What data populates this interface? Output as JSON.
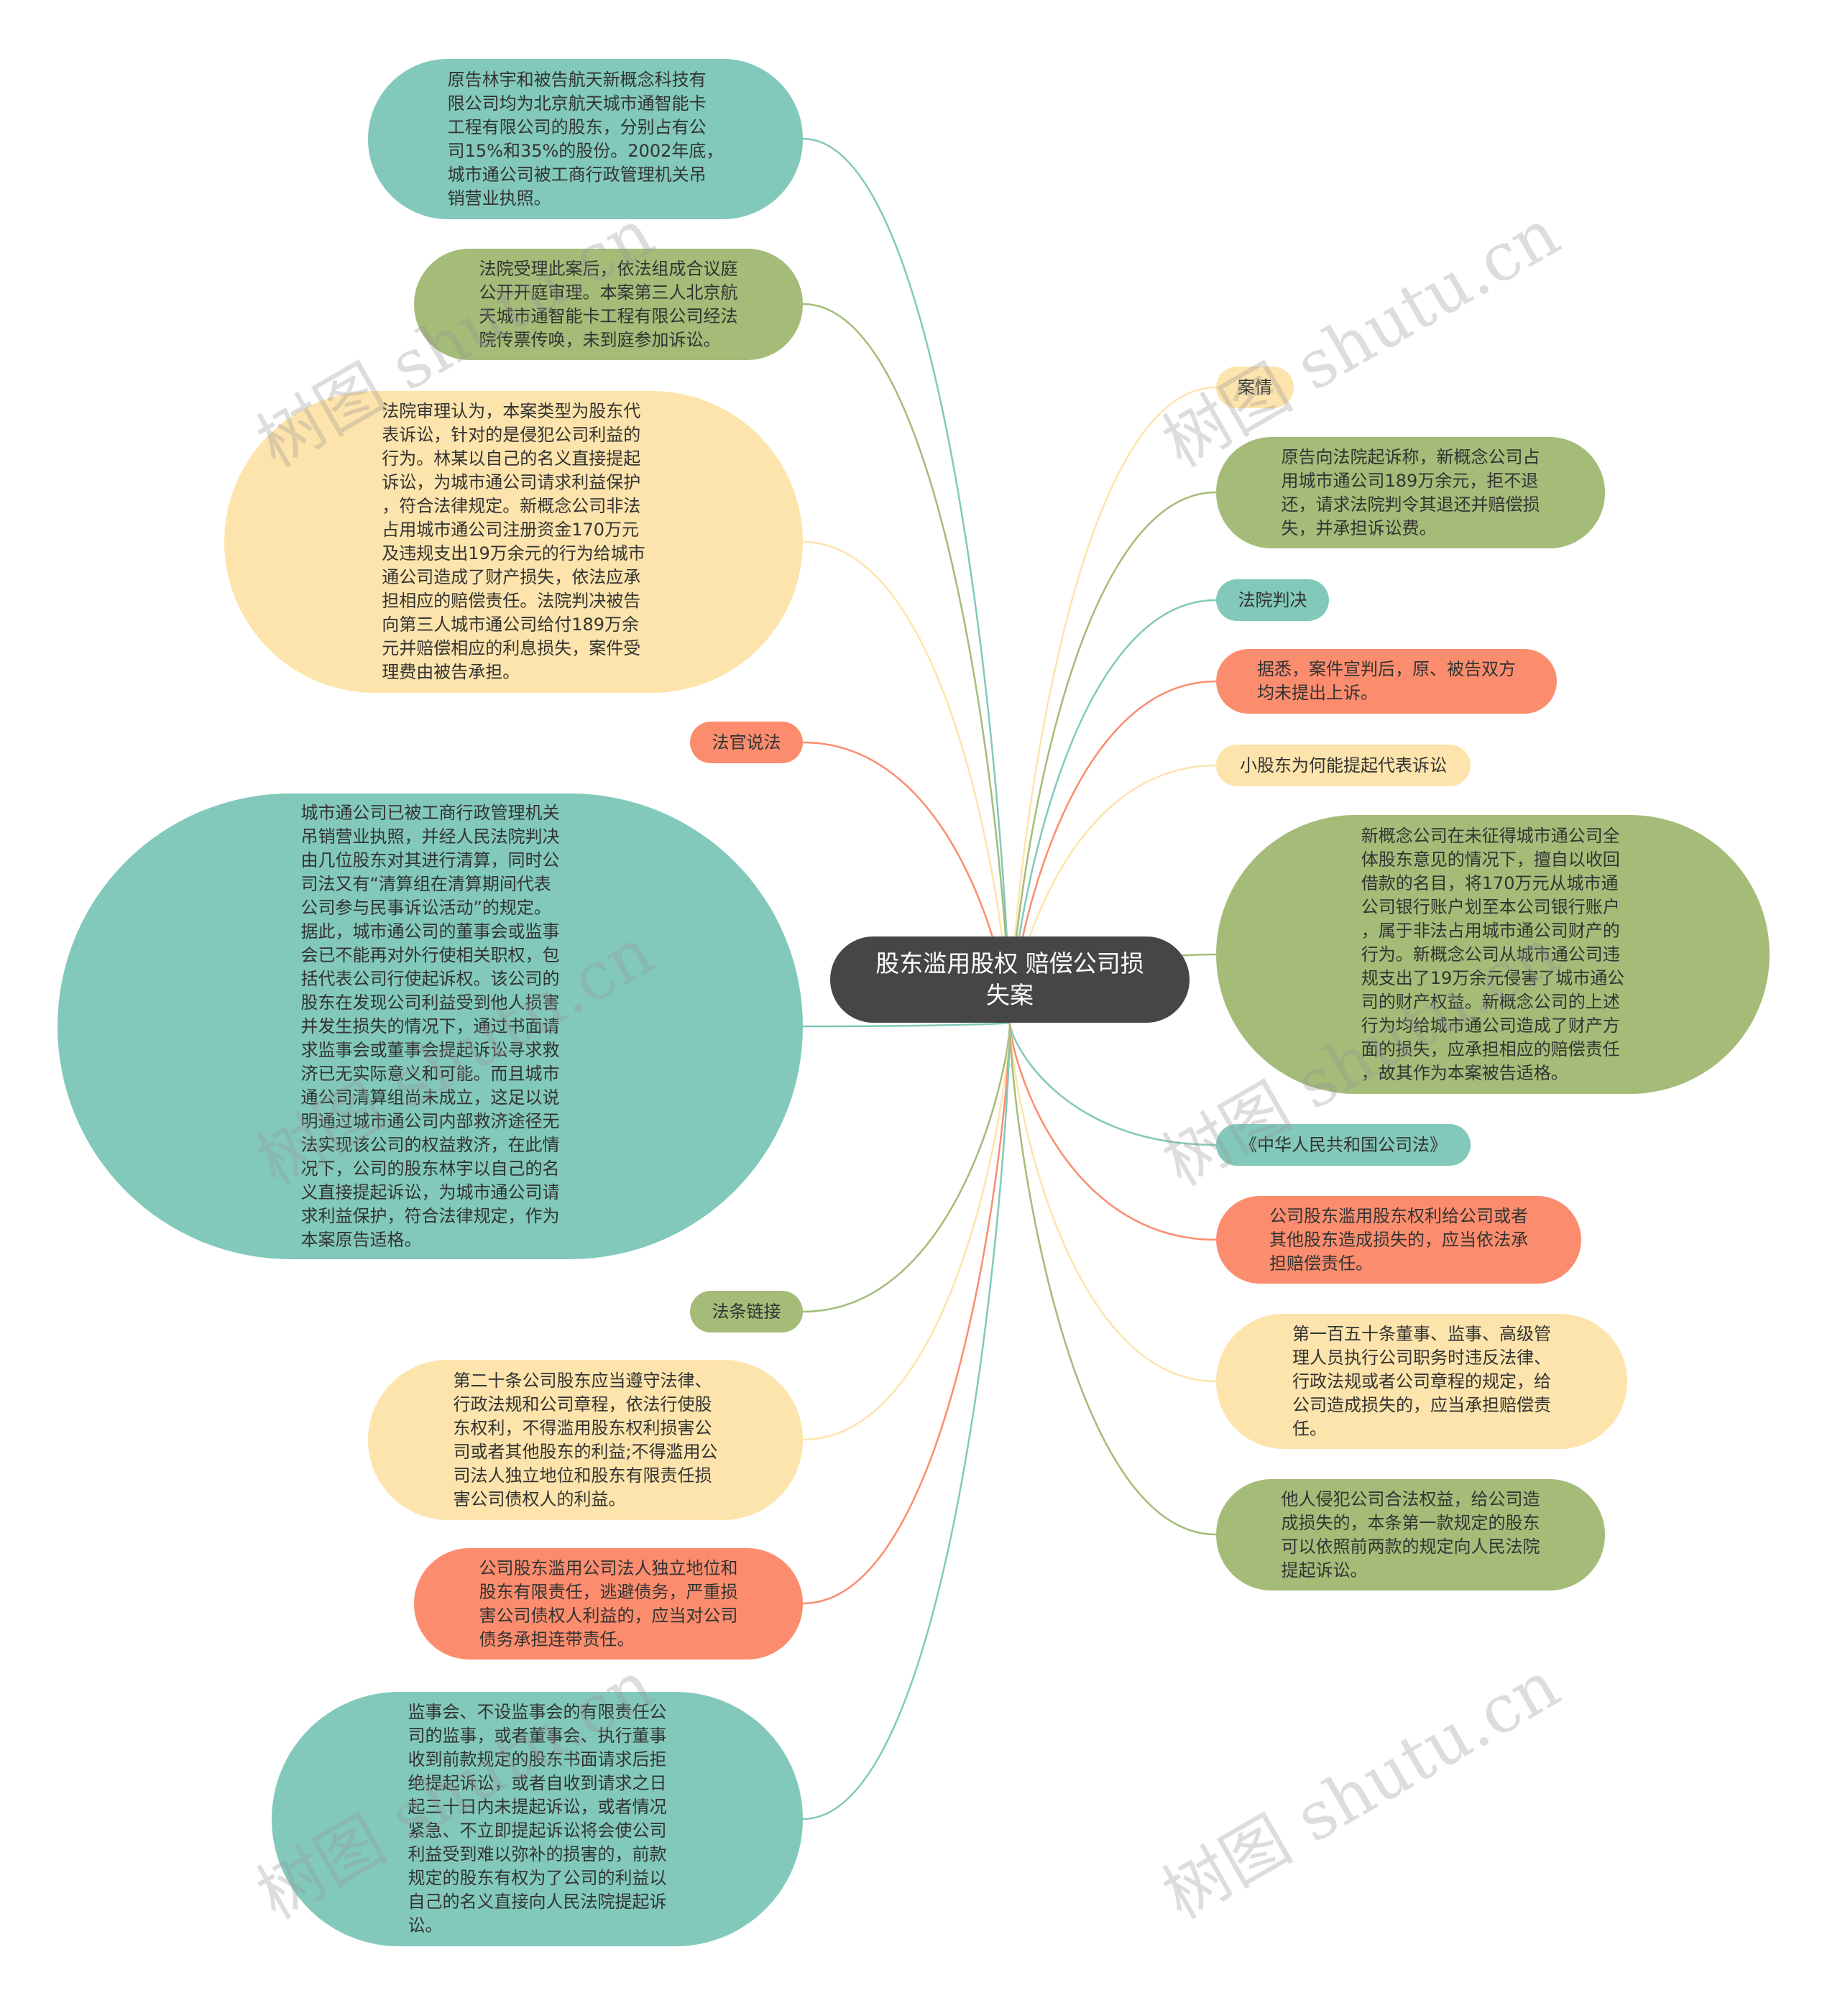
{
  "root": {
    "text": "股东滥用股权 赔偿公司损\n失案"
  },
  "left_nodes": [
    {
      "id": "l1",
      "color": "teal",
      "text": "原告林宇和被告航天新概念科技有\n限公司均为北京航天城市通智能卡\n工程有限公司的股东，分别占有公\n司15%和35%的股份。2002年底，\n城市通公司被工商行政管理机关吊\n销营业执照。"
    },
    {
      "id": "l2",
      "color": "green",
      "text": "法院受理此案后，依法组成合议庭\n公开开庭审理。本案第三人北京航\n天城市通智能卡工程有限公司经法\n院传票传唤，未到庭参加诉讼。"
    },
    {
      "id": "l3",
      "color": "yellow",
      "text": "法院审理认为，本案类型为股东代\n表诉讼，针对的是侵犯公司利益的\n行为。林某以自己的名义直接提起\n诉讼，为城市通公司请求利益保护\n，符合法律规定。新概念公司非法\n占用城市通公司注册资金170万元\n及违规支出19万余元的行为给城市\n通公司造成了财产损失，依法应承\n担相应的赔偿责任。法院判决被告\n向第三人城市通公司给付189万余\n元并赔偿相应的利息损失，案件受\n理费由被告承担。"
    },
    {
      "id": "l4",
      "color": "orange",
      "text": "法官说法"
    },
    {
      "id": "l5",
      "color": "teal",
      "text": "城市通公司已被工商行政管理机关\n吊销营业执照，并经人民法院判决\n由几位股东对其进行清算，同时公\n司法又有“清算组在清算期间代表\n公司参与民事诉讼活动”的规定。\n据此，城市通公司的董事会或监事\n会已不能再对外行使相关职权，包\n括代表公司行使起诉权。该公司的\n股东在发现公司利益受到他人损害\n并发生损失的情况下，通过书面请\n求监事会或董事会提起诉讼寻求救\n济已无实际意义和可能。而且城市\n通公司清算组尚未成立，这足以说\n明通过城市通公司内部救济途径无\n法实现该公司的权益救济，在此情\n况下，公司的股东林宇以自己的名\n义直接提起诉讼，为城市通公司请\n求利益保护，符合法律规定，作为\n本案原告适格。"
    },
    {
      "id": "l6",
      "color": "green",
      "text": "法条链接"
    },
    {
      "id": "l7",
      "color": "yellow",
      "text": "第二十条公司股东应当遵守法律、\n行政法规和公司章程，依法行使股\n东权利，不得滥用股东权利损害公\n司或者其他股东的利益;不得滥用公\n司法人独立地位和股东有限责任损\n害公司债权人的利益。"
    },
    {
      "id": "l8",
      "color": "orange",
      "text": "公司股东滥用公司法人独立地位和\n股东有限责任，逃避债务，严重损\n害公司债权人利益的，应当对公司\n债务承担连带责任。"
    },
    {
      "id": "l9",
      "color": "teal",
      "text": "监事会、不设监事会的有限责任公\n司的监事，或者董事会、执行董事\n收到前款规定的股东书面请求后拒\n绝提起诉讼，或者自收到请求之日\n起三十日内未提起诉讼，或者情况\n紧急、不立即提起诉讼将会使公司\n利益受到难以弥补的损害的，前款\n规定的股东有权为了公司的利益以\n自己的名义直接向人民法院提起诉\n讼。"
    }
  ],
  "right_nodes": [
    {
      "id": "r1",
      "color": "yellow",
      "text": "案情"
    },
    {
      "id": "r2",
      "color": "green",
      "text": "原告向法院起诉称，新概念公司占\n用城市通公司189万余元，拒不退\n还，请求法院判令其退还并赔偿损\n失，并承担诉讼费。"
    },
    {
      "id": "r3",
      "color": "teal",
      "text": "法院判决"
    },
    {
      "id": "r4",
      "color": "orange",
      "text": "据悉，案件宣判后，原、被告双方\n均未提出上诉。"
    },
    {
      "id": "r5",
      "color": "yellow",
      "text": "小股东为何能提起代表诉讼"
    },
    {
      "id": "r6",
      "color": "green",
      "text": "新概念公司在未征得城市通公司全\n体股东意见的情况下，擅自以收回\n借款的名目，将170万元从城市通\n公司银行账户划至本公司银行账户\n，属于非法占用城市通公司财产的\n行为。新概念公司从城市通公司违\n规支出了19万余元侵害了城市通公\n司的财产权益。新概念公司的上述\n行为均给城市通公司造成了财产方\n面的损失，应承担相应的赔偿责任\n，故其作为本案被告适格。"
    },
    {
      "id": "r7",
      "color": "teal",
      "text": "《中华人民共和国公司法》"
    },
    {
      "id": "r8",
      "color": "orange",
      "text": "公司股东滥用股东权利给公司或者\n其他股东造成损失的，应当依法承\n担赔偿责任。"
    },
    {
      "id": "r9",
      "color": "yellow",
      "text": "第一百五十条董事、监事、高级管\n理人员执行公司职务时违反法律、\n行政法规或者公司章程的规定，给\n公司造成损失的，应当承担赔偿责\n任。"
    },
    {
      "id": "r10",
      "color": "green",
      "text": "他人侵犯公司合法权益，给公司造\n成损失的，本条第一款规定的股东\n可以依照前两款的规定向人民法院\n提起诉讼。"
    }
  ],
  "watermarks": [
    "树图 shutu.cn",
    "树图 shutu.cn",
    "树图 shutu.cn",
    "树图 shutu.cn",
    "树图 shutu.cn",
    "树图 shutu.cn"
  ],
  "colors": {
    "teal": "#82c9bb",
    "green": "#a4bc78",
    "yellow": "#fde4ac",
    "orange": "#fb8d6e",
    "root": "#464646"
  }
}
